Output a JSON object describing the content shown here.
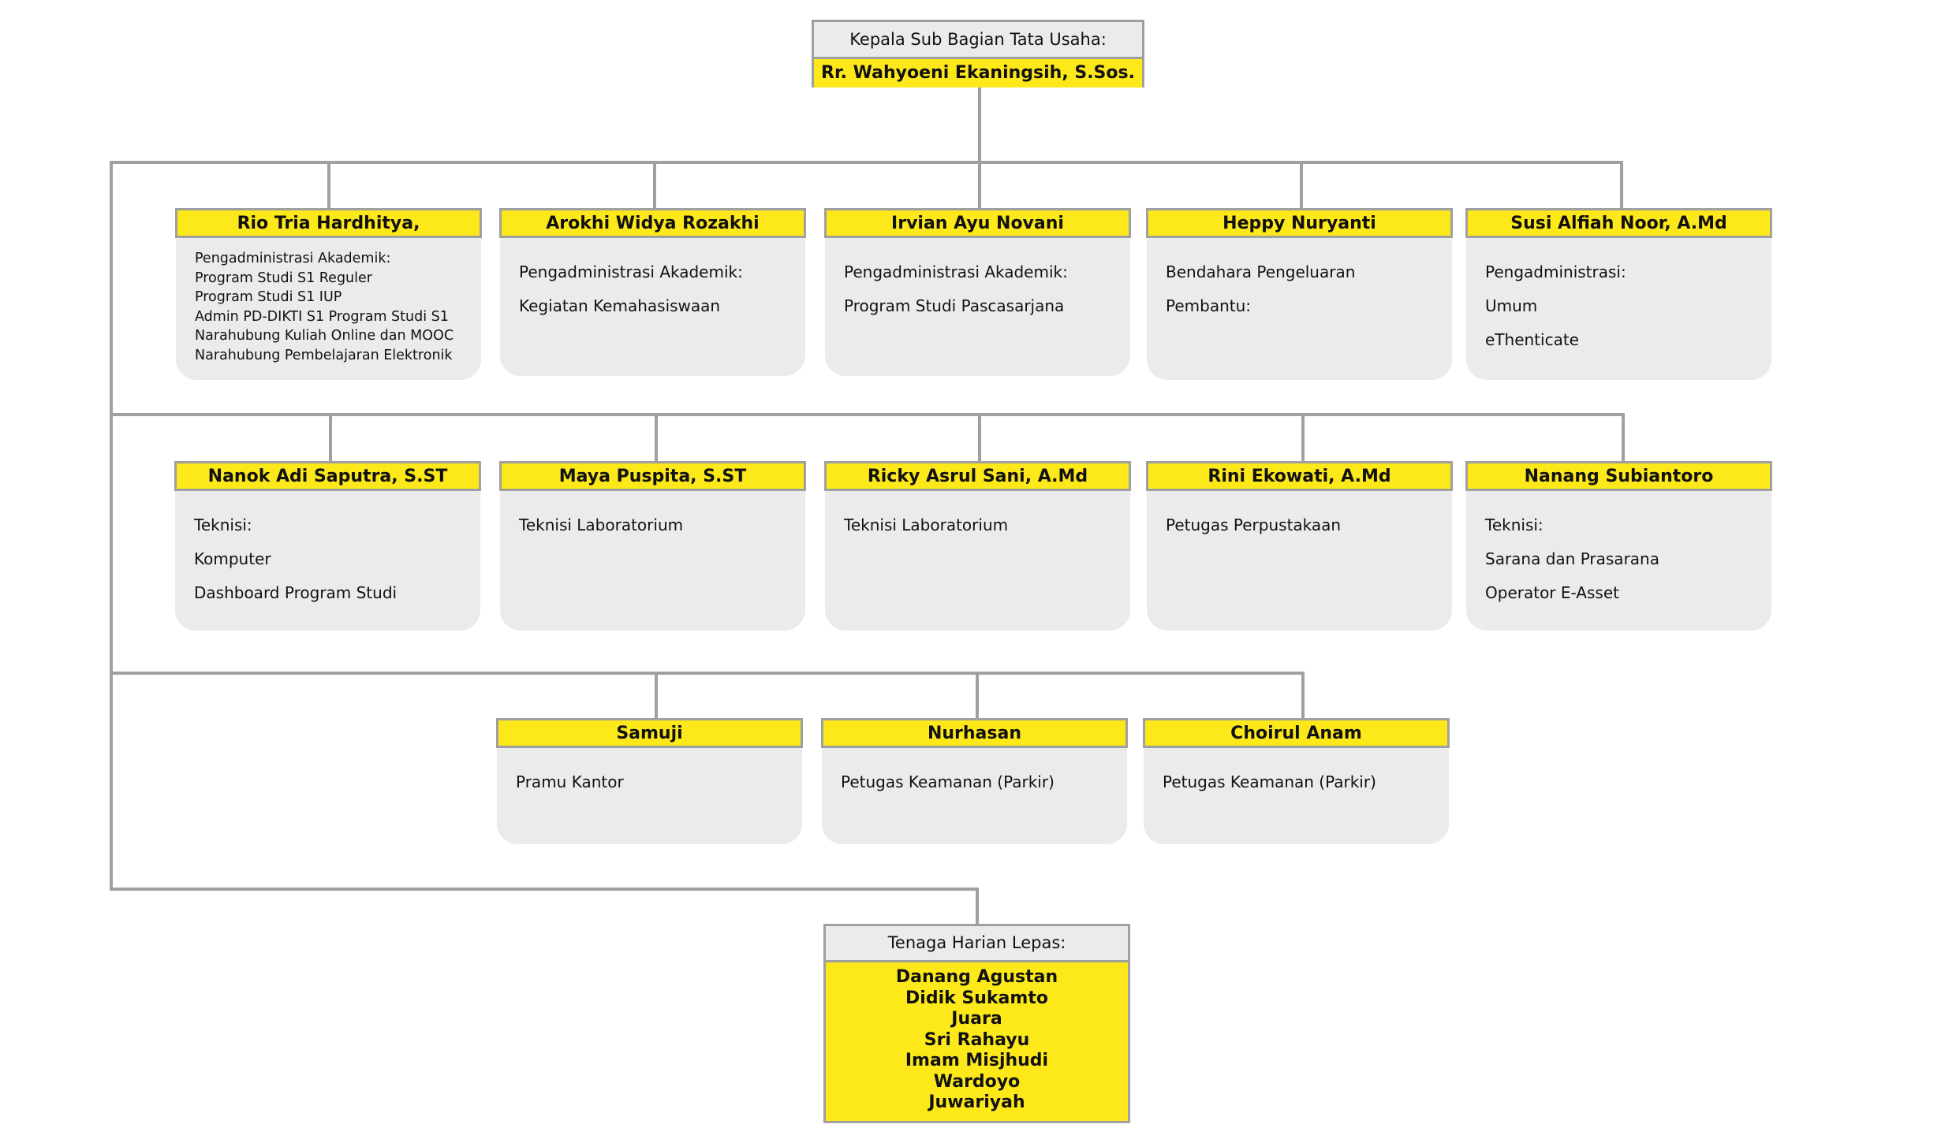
{
  "head": {
    "title": "Kepala Sub Bagian Tata Usaha:",
    "name": "Rr. Wahyoeni Ekaningsih, S.Sos."
  },
  "rows": [
    [
      {
        "name": "Rio Tria Hardhitya,",
        "lines": [
          "Pengadministrasi Akademik:",
          "Program Studi S1 Reguler",
          "Program Studi S1 IUP",
          "Admin PD-DIKTI S1 Program Studi S1",
          "Narahubung Kuliah Online dan MOOC",
          "Narahubung Pembelajaran Elektronik"
        ]
      },
      {
        "name": "Arokhi Widya Rozakhi",
        "lines": [
          "Pengadministrasi Akademik:",
          "Kegiatan Kemahasiswaan"
        ]
      },
      {
        "name": "Irvian Ayu Novani",
        "lines": [
          "Pengadministrasi Akademik:",
          "Program Studi Pascasarjana"
        ]
      },
      {
        "name": "Heppy Nuryanti",
        "lines": [
          "Bendahara Pengeluaran Pembantu:"
        ]
      },
      {
        "name": "Susi Alfiah Noor, A.Md",
        "lines": [
          "Pengadministrasi:",
          "Umum",
          "eThenticate"
        ]
      }
    ],
    [
      {
        "name": "Nanok Adi Saputra, S.ST",
        "lines": [
          "Teknisi:",
          "Komputer",
          "Dashboard Program Studi"
        ]
      },
      {
        "name": "Maya Puspita, S.ST",
        "lines": [
          "Teknisi Laboratorium"
        ]
      },
      {
        "name": "Ricky Asrul Sani, A.Md",
        "lines": [
          "Teknisi Laboratorium"
        ]
      },
      {
        "name": "Rini Ekowati, A.Md",
        "lines": [
          "Petugas Perpustakaan"
        ]
      },
      {
        "name": "Nanang Subiantoro",
        "lines": [
          "Teknisi:",
          "Sarana dan Prasarana",
          "Operator E-Asset"
        ]
      }
    ],
    [
      {
        "name": "Samuji",
        "lines": [
          "Pramu Kantor"
        ]
      },
      {
        "name": "Nurhasan",
        "lines": [
          "Petugas Keamanan (Parkir)"
        ]
      },
      {
        "name": "Choirul Anam",
        "lines": [
          "Petugas Keamanan (Parkir)"
        ]
      }
    ]
  ],
  "casual": {
    "title": "Tenaga Harian Lepas:",
    "names": [
      "Danang Agustan",
      "Didik Sukamto",
      "Juara",
      "Sri Rahayu",
      "Imam Misjhudi",
      "Wardoyo",
      "Juwariyah"
    ]
  },
  "colors": {
    "header_yellow": "#fde81a",
    "card_gray": "#ebebeb",
    "connector": "#a0a0a0"
  }
}
